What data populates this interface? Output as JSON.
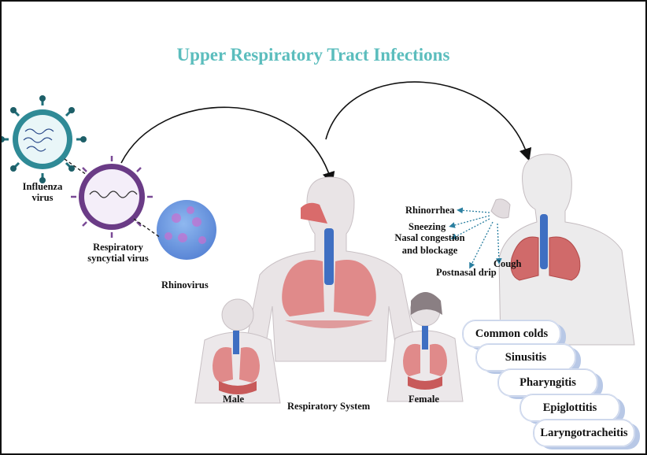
{
  "title": "Upper Respiratory Tract Infections",
  "viruses": {
    "influenza": "Influenza virus",
    "rsv": "Respiratory syncytial virus",
    "rhinovirus": "Rhinovirus"
  },
  "figures": {
    "male": "Male",
    "respiratory_system": "Respiratory System",
    "female": "Female"
  },
  "symptoms": [
    "Rhinorrhea",
    "Sneezing",
    "Nasal congestion and blockage",
    "Postnasal drip",
    "Cough"
  ],
  "infections": [
    "Common colds",
    "Sinusitis",
    "Pharyngitis",
    "Epiglottitis",
    "Laryngotracheitis"
  ]
}
